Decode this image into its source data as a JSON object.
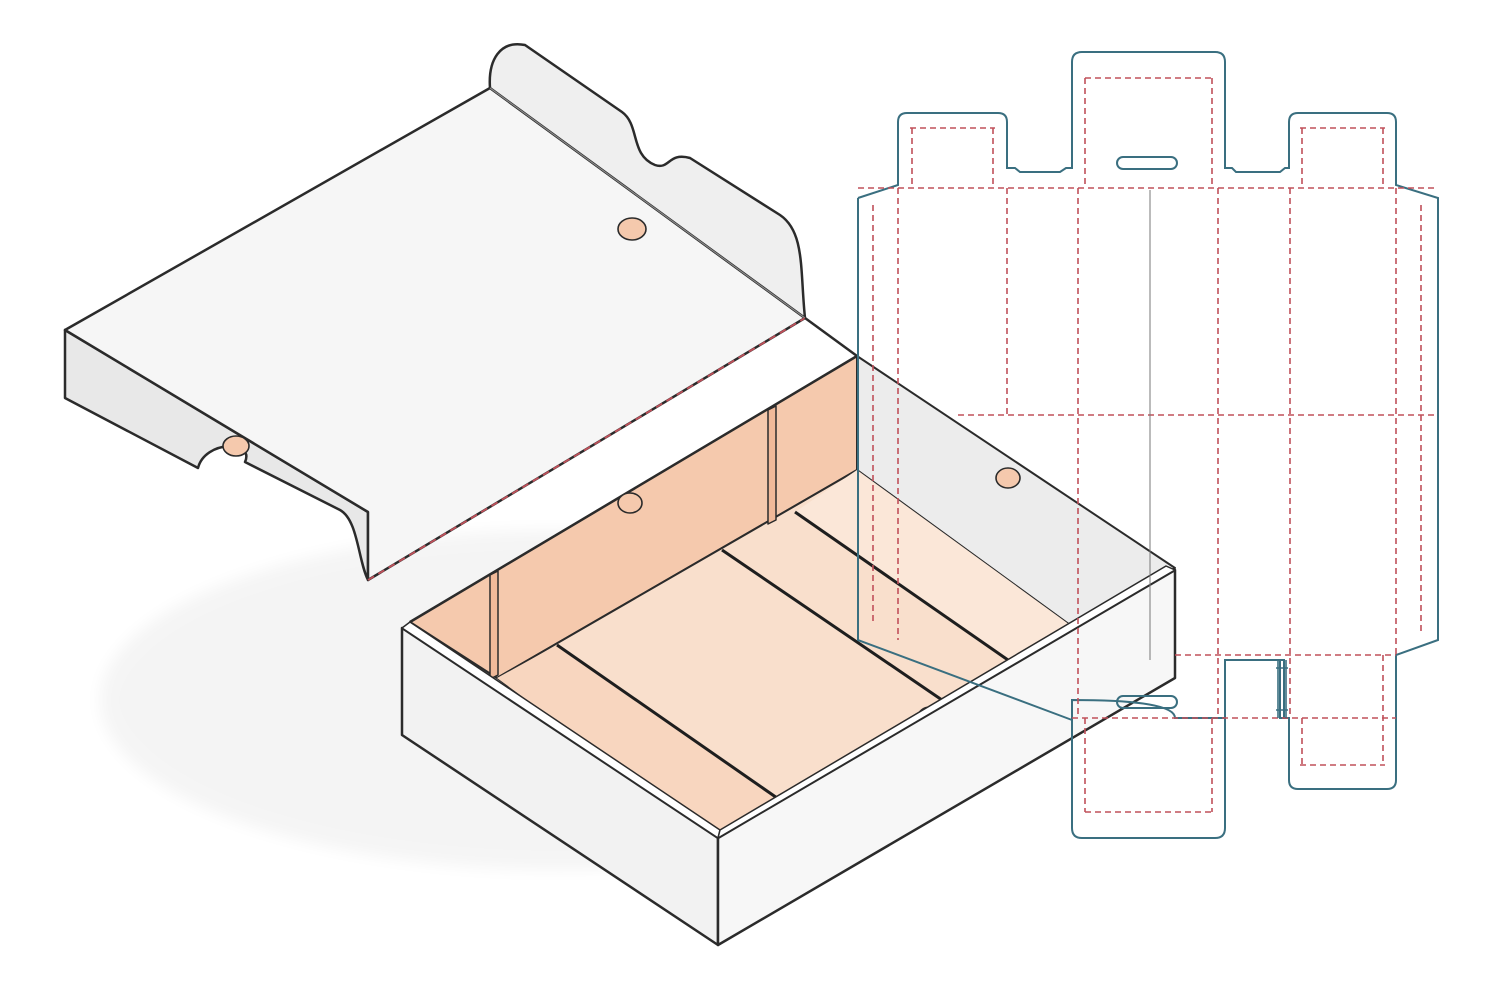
{
  "illustration": {
    "subject": "mailer-box-with-dieline",
    "box_state": "open",
    "lid_side": "back",
    "tray_compartments": 3
  },
  "colors": {
    "background": "#ffffff",
    "outline": "#2b2b2b",
    "board_white": "#f4f4f4",
    "board_shade": "#e4e4e4",
    "interior_light": "#f9dfcc",
    "interior_mid": "#f5c9ad",
    "fold_line": "#c0505a",
    "cut_line": "#3a6f80"
  },
  "legend": {
    "cut_line_style": "solid",
    "fold_line_style": "dashed"
  }
}
